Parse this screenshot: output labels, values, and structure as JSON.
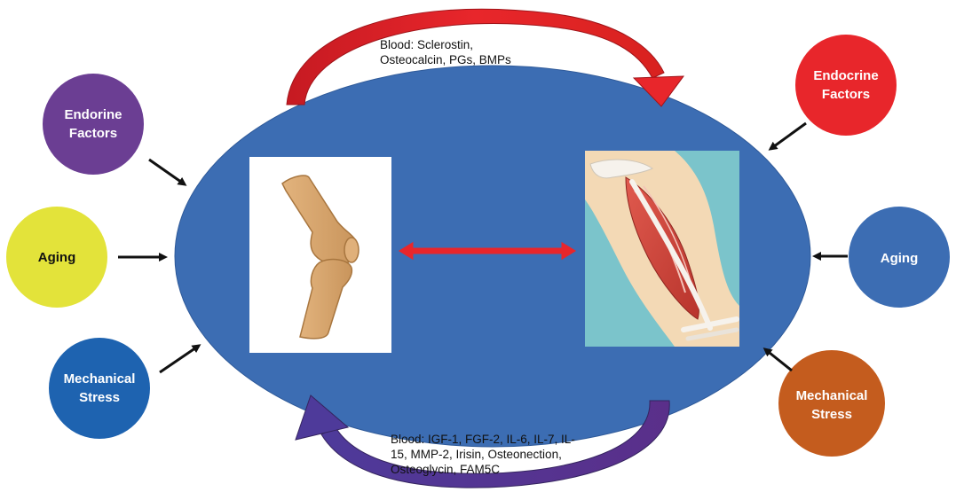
{
  "blood_top": {
    "line1": "Blood: Sclerostin,",
    "line2": "Osteocalcin, PGs, BMPs"
  },
  "blood_bottom": {
    "line1": "Blood: IGF-1, FGF-2, IL-6, IL-7, IL-",
    "line2": "15, MMP-2, Irisin, Osteonection,",
    "line3": "Osteoglycin, FAM5C"
  },
  "left_factors": {
    "endocrine": {
      "line1": "Endorine",
      "line2": "Factors"
    },
    "aging": {
      "label": "Aging"
    },
    "mechanical": {
      "line1": "Mechanical",
      "line2": "Stress"
    }
  },
  "right_factors": {
    "endocrine": {
      "line1": "Endocrine",
      "line2": "Factors"
    },
    "aging": {
      "label": "Aging"
    },
    "mechanical": {
      "line1": "Mechanical",
      "line2": "Stress"
    }
  },
  "colors": {
    "ellipse": "#3C6DB3",
    "left_endocrine": "#6B3E93",
    "left_aging": "#E3E33A",
    "left_mechanical": "#1E63B0",
    "right_endocrine": "#E8262B",
    "right_aging": "#3C6DB3",
    "right_mechanical": "#C45C1E",
    "top_arc": "#D42027",
    "bottom_arc": "#4B3390"
  },
  "icons": {
    "bone": "knee-bone-icon",
    "muscle": "arm-muscle-icon"
  }
}
